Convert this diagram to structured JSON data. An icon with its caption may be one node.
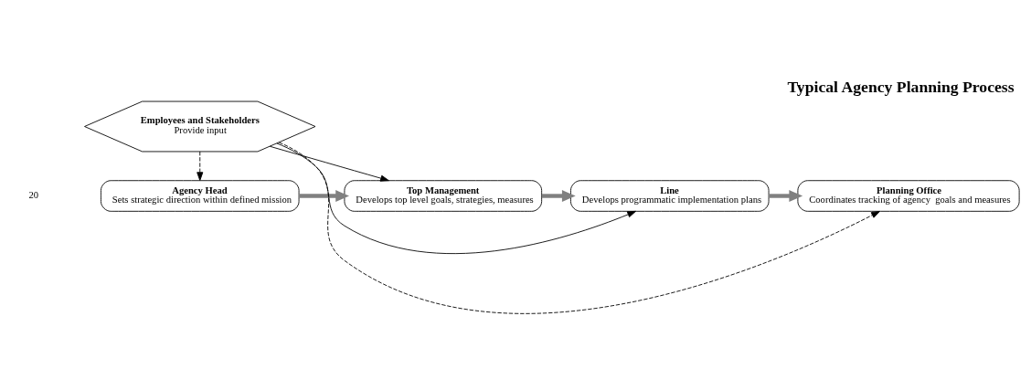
{
  "diagram": {
    "title": "Typical Agency Planning Process",
    "nodes": [
      {
        "text": [
          "Agency Head",
          "Sets strategic direction within defined mission"
        ]
      },
      {
        "text": [
          "Top Management",
          "Develops top level goals, strategies, measures"
        ]
      },
      {
        "text": [
          "Line",
          "Develops programmatic implementation plans"
        ]
      },
      {
        "text": [
          "Planning Office",
          "Coordinates tracking of agency  goals and measures"
        ]
      },
      {
        "text": [
          "Employees and Stakeholders",
          "Provide input"
        ]
      }
    ],
    "edges": [
      {
        "from": 0,
        "to": 1,
        "arrow": "to",
        "style": "thick",
        "color": "#808080"
      },
      {
        "from": 1,
        "to": 2,
        "arrow": "to",
        "style": "thick",
        "color": "#808080"
      },
      {
        "from": 2,
        "to": 3,
        "arrow": "to",
        "style": "thick",
        "color": "#808080"
      },
      {
        "from": 4,
        "to": 0,
        "arrow": "to",
        "style": "dashed"
      },
      {
        "from": 4,
        "to": 1,
        "arrow": "to"
      },
      {
        "from": 4,
        "to": 2,
        "arrow": "to"
      },
      {
        "from": 4,
        "to": 3,
        "arrow": "to",
        "style": "dashed"
      }
    ],
    "labels": [
      "20"
    ]
  }
}
